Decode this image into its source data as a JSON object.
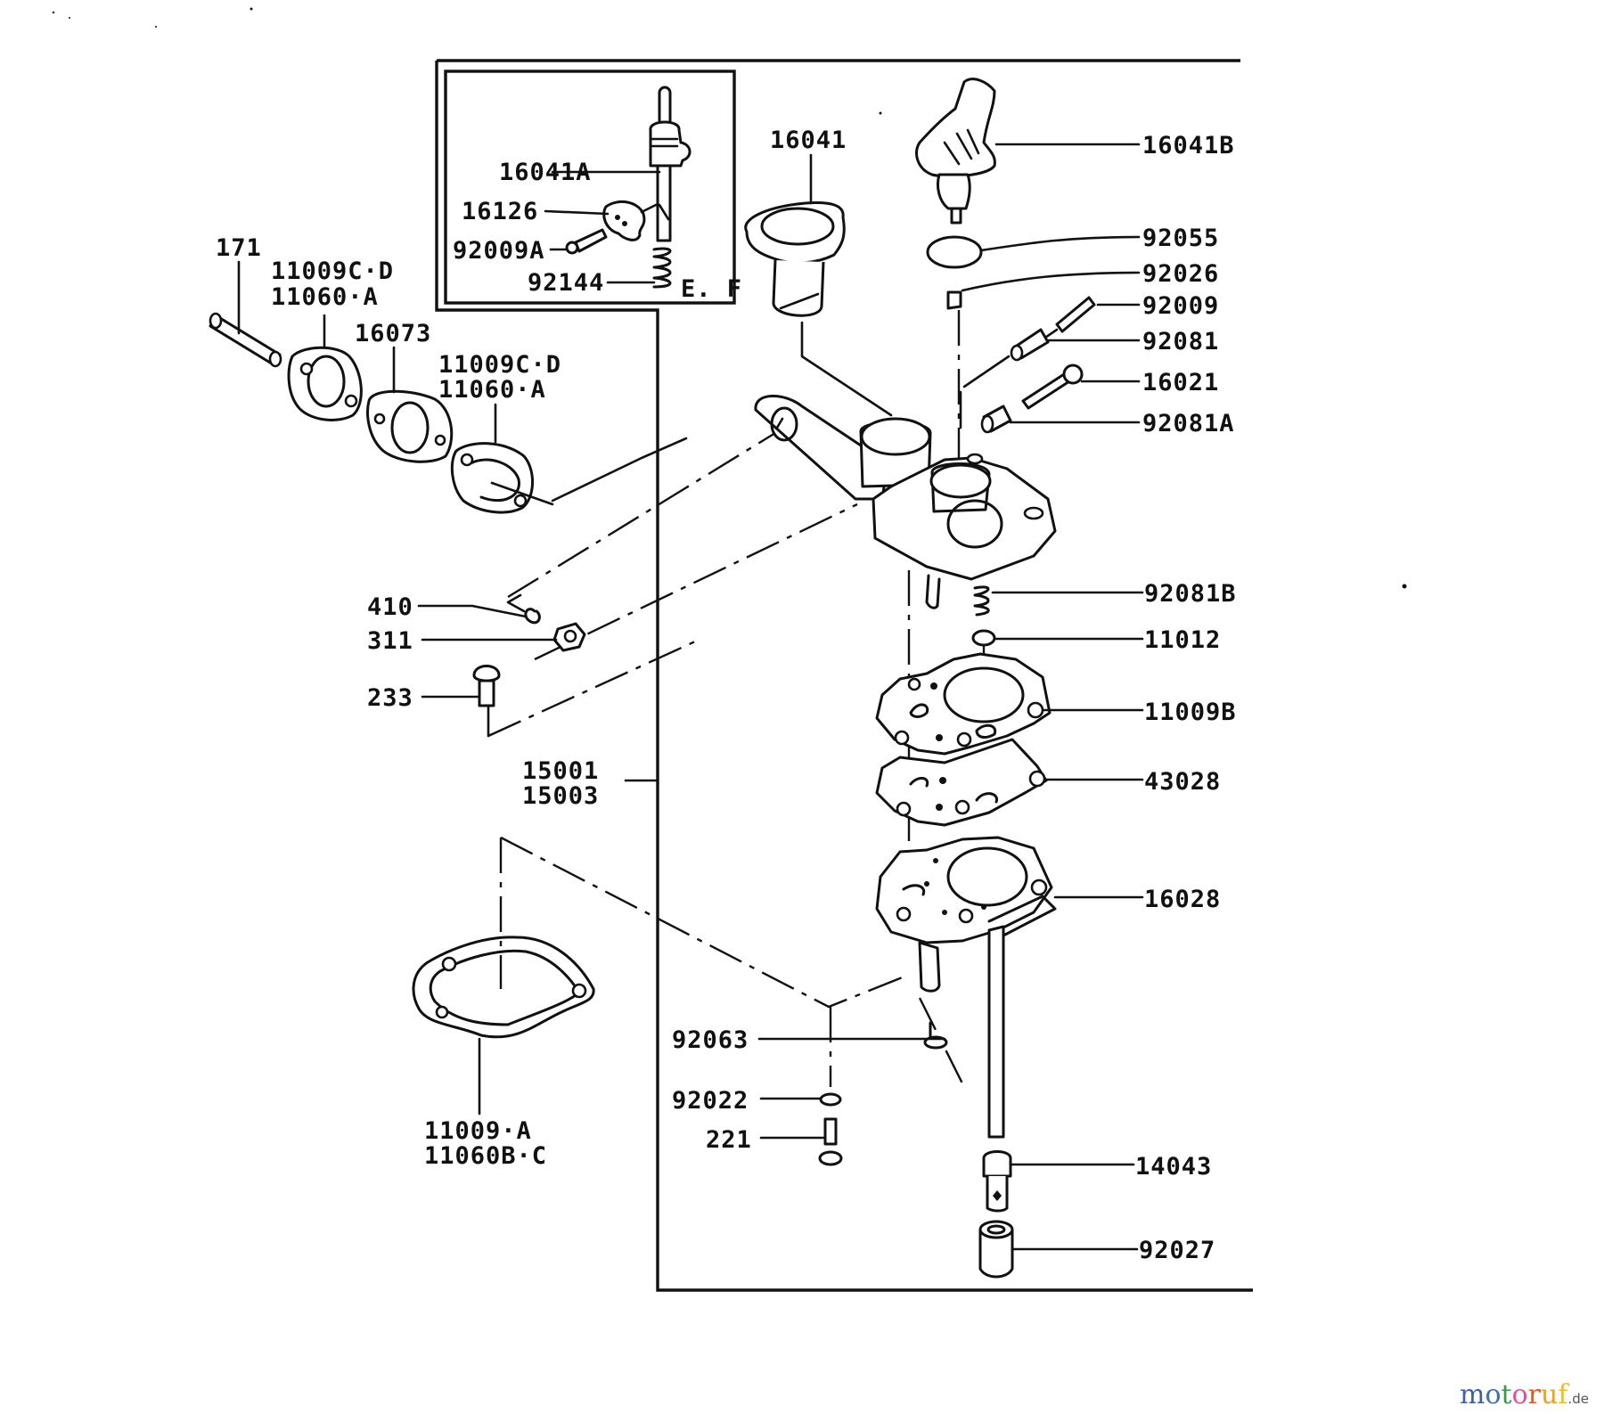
{
  "diagram": {
    "type": "exploded parts diagram",
    "subject": "carburetor assembly",
    "inset_box": {
      "labels": [
        "16041A",
        "16126",
        "92009A",
        "92144"
      ],
      "model_note": "E. F"
    },
    "callouts": {
      "p16041A": "16041A",
      "p16126": "16126",
      "p92009A": "92009A",
      "p92144": "92144",
      "note_ef": "E. F",
      "p16041": "16041",
      "p16041B": "16041B",
      "p92055": "92055",
      "p92026": "92026",
      "p92009": "92009",
      "p92081": "92081",
      "p16021": "16021",
      "p92081A": "92081A",
      "p171": "171",
      "p11009CD_1": "11009C·D",
      "p11060A_1": "11060·A",
      "p16073": "16073",
      "p11009CD_2": "11009C·D",
      "p11060A_2": "11060·A",
      "p410": "410",
      "p311": "311",
      "p233": "233",
      "p15001": "15001",
      "p15003": "15003",
      "p92081B": "92081B",
      "p11012": "11012",
      "p11009B": "11009B",
      "p43028": "43028",
      "p16028": "16028",
      "p92063": "92063",
      "p92022": "92022",
      "p221": "221",
      "p11009A": "11009·A",
      "p11060BC": "11060B·C",
      "p14043": "14043",
      "p92027": "92027"
    }
  },
  "watermark": {
    "letters": [
      {
        "ch": "m",
        "color": "#3f5fa8"
      },
      {
        "ch": "o",
        "color": "#3f6fb8"
      },
      {
        "ch": "t",
        "color": "#3a9a4a"
      },
      {
        "ch": "o",
        "color": "#e0509a"
      },
      {
        "ch": "r",
        "color": "#e05a2a"
      },
      {
        "ch": "u",
        "color": "#f0a020"
      },
      {
        "ch": "f",
        "color": "#f0c020"
      }
    ],
    "tld": ".de"
  }
}
